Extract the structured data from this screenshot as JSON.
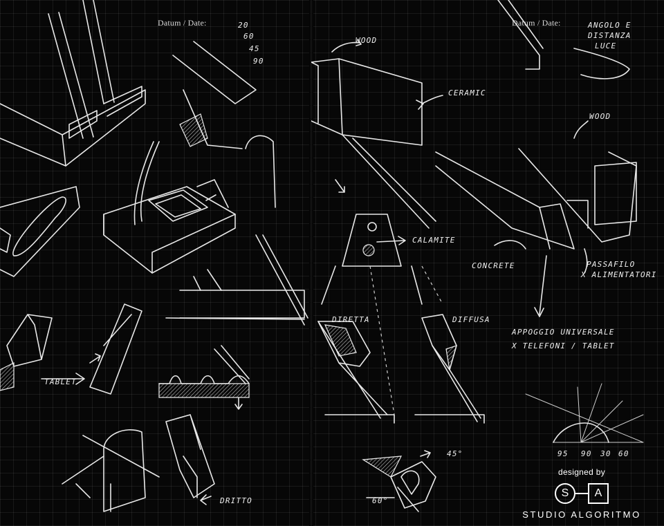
{
  "left_page": {
    "header": {
      "datum_label": "Datum / Date:"
    },
    "angle_notes": [
      "20",
      "60",
      "45",
      "90"
    ],
    "labels": {
      "tablet": "TABLET",
      "dritto": "DRITTO"
    }
  },
  "right_page": {
    "header": {
      "datum_label": "Datum / Date:",
      "note": [
        "ANGOLO E",
        "DISTANZA",
        "LUCE"
      ]
    },
    "labels": {
      "wood_top": "WOOD",
      "ceramic": "CERAMIC",
      "wood_right": "WOOD",
      "calamite": "CALAMITE",
      "concrete": "CONCRETE",
      "passafilo": [
        "PASSAFILO",
        "X ALIMENTATORI"
      ],
      "diretta": "DIRETTA",
      "diffusa": "DIFFUSA",
      "appoggio": [
        "APPOGGIO UNIVERSALE",
        "X TELEFONI / TABLET"
      ],
      "angle_45": "45°",
      "angle_60": "60°",
      "angle_scale": [
        "95",
        "90",
        "30",
        "60"
      ]
    }
  },
  "credit": {
    "designed_by": "designed by",
    "logo_s": "S",
    "logo_a": "A",
    "studio_name": "STUDIO ALGORITMO"
  },
  "colors": {
    "background": "#070707",
    "ink": "#e8e8e8",
    "grid": "#202020"
  }
}
